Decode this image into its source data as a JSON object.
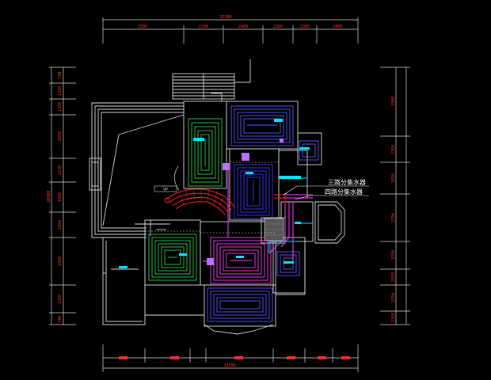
{
  "drawing": {
    "top_dims": [
      "3300",
      "2700",
      "2400",
      "2300",
      "2300",
      "2400"
    ],
    "top_total": "15500",
    "left_dims": [
      "750",
      "1350",
      "1350",
      "2850",
      "2150",
      "1550",
      "2850",
      "2350",
      "1350",
      "600"
    ],
    "left_total": "20000",
    "right_dims": [
      "1900",
      "2350",
      "1850",
      "2700",
      "3250",
      "2550",
      "2250",
      "1350"
    ],
    "bottom_total": "15500",
    "label_3way": "三路分集水器",
    "label_4way": "四路分集水器",
    "stair_tag": "UP"
  },
  "colors": {
    "wall": "#d9d9d9",
    "dim": "#ff2a2a",
    "tick": "#ffffff",
    "heat_blue": "#2c2cff",
    "heat_green": "#2fd04a",
    "heat_magenta": "#ff40ff",
    "heat_red": "#ff2020",
    "manifold": "#c070ff",
    "cyan": "#00e5ff"
  }
}
